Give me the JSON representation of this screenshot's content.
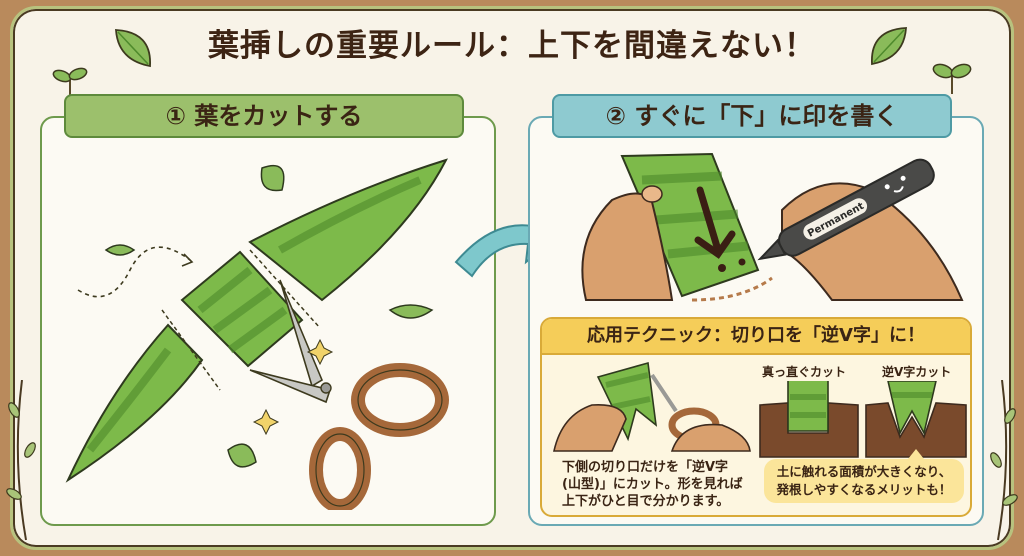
{
  "title": "葉挿しの重要ルール：上下を間違えない！",
  "steps": [
    {
      "number": "①",
      "label": "① 葉をカットする",
      "color": "#9cc06c"
    },
    {
      "number": "②",
      "label": "② すぐに「下」に印を書く",
      "color": "#8ecad0"
    }
  ],
  "marker": {
    "brand_text": "Permanent"
  },
  "tip": {
    "header": "応用テクニック：切り口を「逆V字」に！",
    "description_lines": [
      "下側の切り口だけを「逆V字",
      "(山型)」にカット。形を見れば",
      "上下がひと目で分かります。"
    ],
    "comparison": {
      "straight_label": "真っ直ぐカット",
      "vcut_label": "逆V字カット"
    },
    "benefit_lines": [
      "土に触れる面積が大きくなり、",
      "発根しやすくなるメリットも！"
    ],
    "header_color": "#f5cd59"
  },
  "colors": {
    "background": "#b98a5c",
    "paper": "#f8f3e8",
    "leaf": "#7dba4a",
    "leaf_dark": "#4e8a2c",
    "arrow": "#7ec8cc",
    "soil": "#7a4a2c",
    "scissors_handle": "#a5683a"
  }
}
